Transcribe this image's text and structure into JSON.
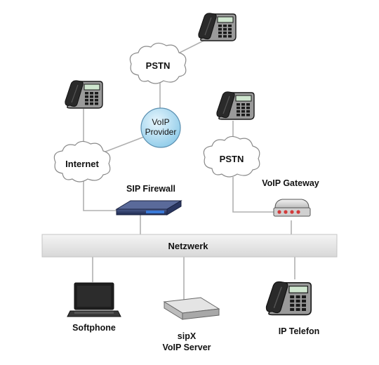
{
  "nodes": {
    "pstn_top": "PSTN",
    "internet": "Internet",
    "voip_provider_line1": "VoIP",
    "voip_provider_line2": "Provider",
    "pstn_right": "PSTN",
    "sip_firewall": "SIP Firewall",
    "voip_gateway": "VoIP Gateway",
    "network_bus": "Netzwerk",
    "softphone": "Softphone",
    "sipx_line1": "sipX",
    "sipx_line2": "VoIP Server",
    "ip_phone": "IP Telefon"
  },
  "colors": {
    "link": "#b0b0b0",
    "bus": "#e6e6e6",
    "provider": "#a8d8f0",
    "firewall": "#2a3a6a",
    "firewall_accent": "#3a7ad8",
    "gateway_led": "#d23a3a"
  }
}
